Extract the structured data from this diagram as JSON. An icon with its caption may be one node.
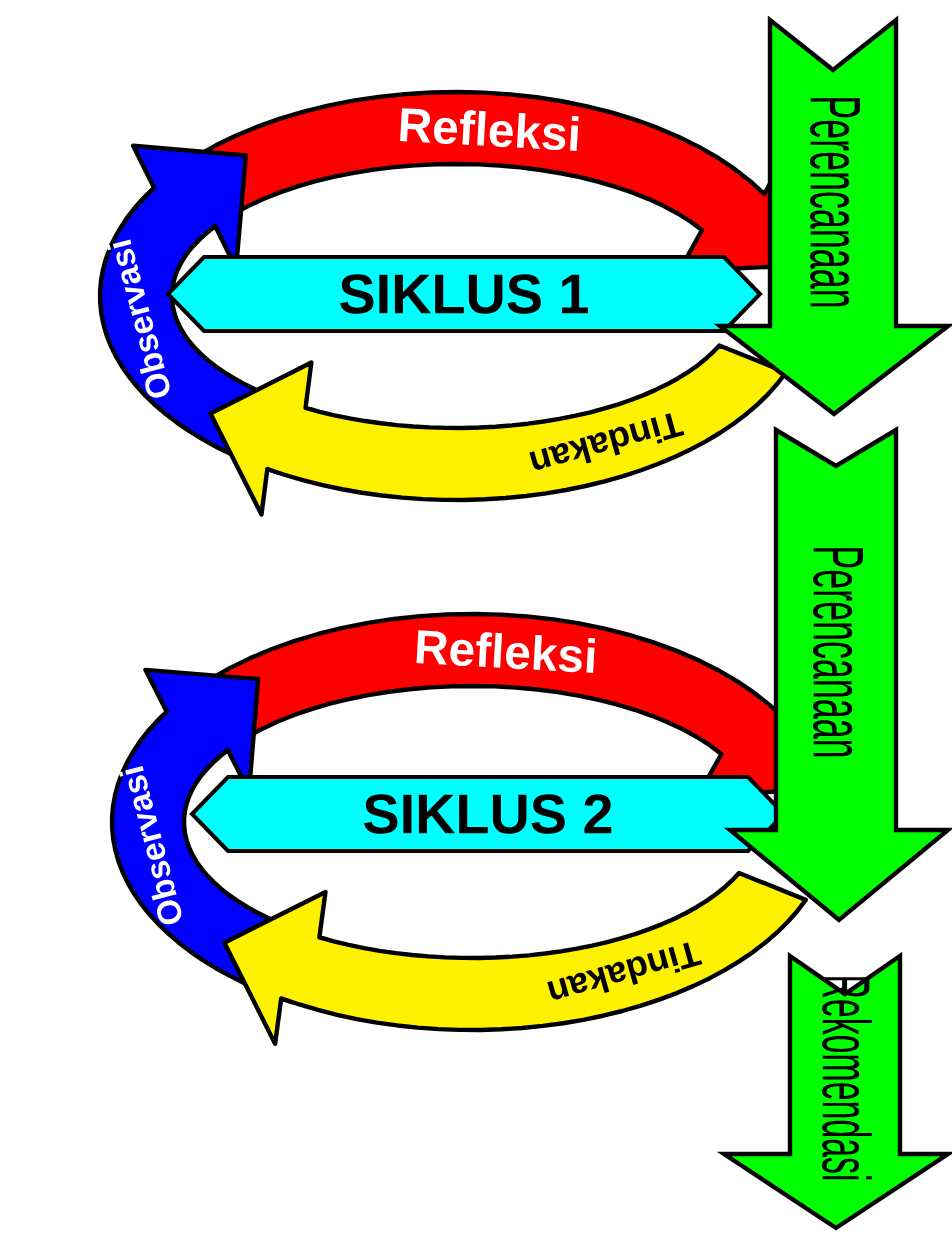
{
  "diagram": {
    "nodes": [
      {
        "text": [
          "Refleksi"
        ]
      },
      {
        "text": [
          "Perencanaan"
        ]
      },
      {
        "text": [
          "SIKLUS 1"
        ]
      },
      {
        "text": [
          "Observasi"
        ]
      },
      {
        "text": [
          "Tindakan"
        ]
      },
      {
        "text": [
          "Refleksi"
        ]
      },
      {
        "text": [
          "Perencanaan"
        ]
      },
      {
        "text": [
          "SIKLUS 2"
        ]
      },
      {
        "text": [
          "Observasi"
        ]
      },
      {
        "text": [
          "Tindakan"
        ]
      },
      {
        "text": [
          "Rekomendasi"
        ]
      }
    ]
  }
}
